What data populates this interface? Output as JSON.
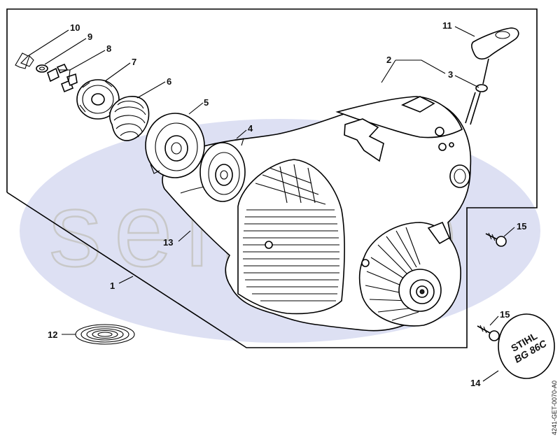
{
  "diagram": {
    "watermark": "sehopo",
    "drawing_code": "4241-GET-0070-A0",
    "logo": {
      "brand": "STIHL",
      "model": "BG 86C"
    },
    "callouts": [
      "1",
      "2",
      "3",
      "4",
      "5",
      "6",
      "7",
      "8",
      "9",
      "10",
      "11",
      "12",
      "13",
      "14",
      "15",
      "15"
    ]
  }
}
